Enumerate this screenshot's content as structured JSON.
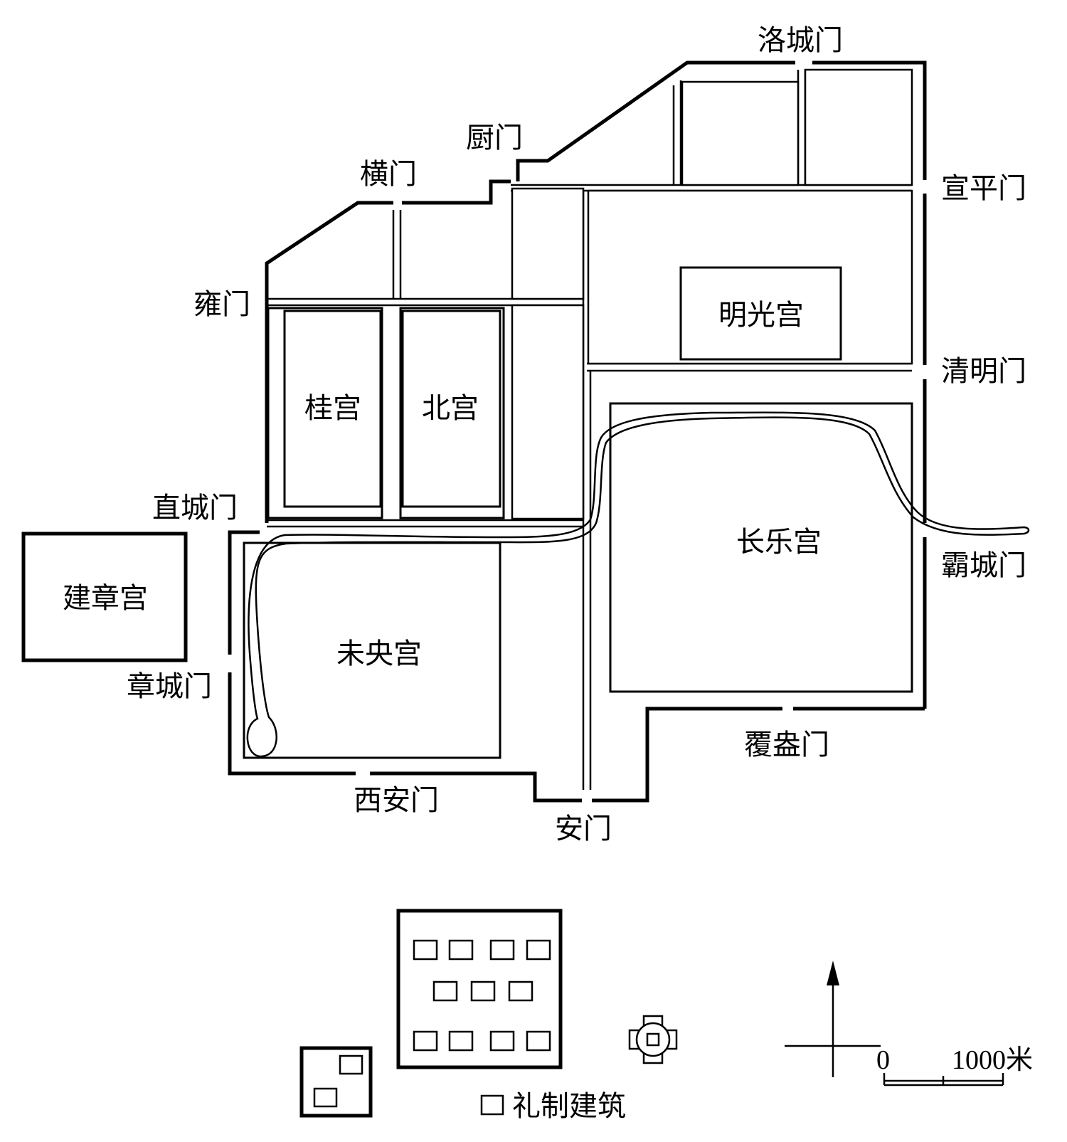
{
  "gates": {
    "luocheng": "洛城门",
    "chu": "厨门",
    "heng": "横门",
    "xuanping": "宣平门",
    "yong": "雍门",
    "qingming": "清明门",
    "zhicheng": "直城门",
    "bacheng": "霸城门",
    "zhangcheng": "章城门",
    "fuang": "覆盎门",
    "xian": "西安门",
    "an": "安门"
  },
  "palaces": {
    "mingguang": "明光宫",
    "gui": "桂宫",
    "bei": "北宫",
    "changle": "长乐宫",
    "jianzhang": "建章宫",
    "weiyang": "未央宫"
  },
  "legend": {
    "ritual_label": "礼制建筑"
  },
  "scale": {
    "zero": "0",
    "distance": "1000米"
  },
  "compass": {
    "direction": "north"
  }
}
